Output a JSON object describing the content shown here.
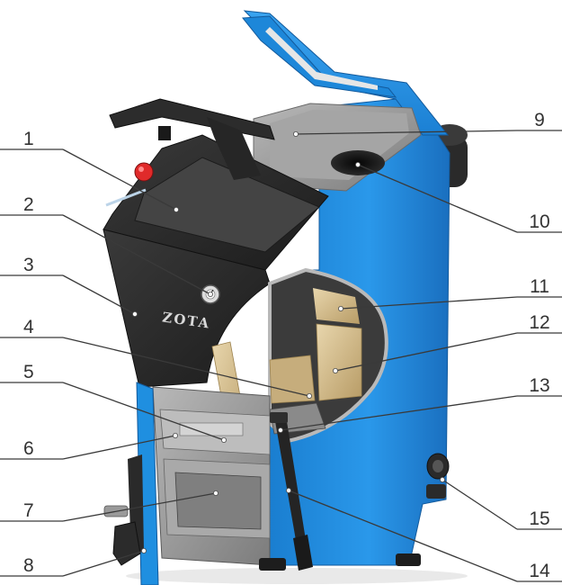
{
  "figure": {
    "brand_label": "ZOTA",
    "colors": {
      "body_blue": "#1f8fe0",
      "body_blue_dark": "#1668b0",
      "panel_black": "#2a2a2a",
      "grey_metal": "#9a9a9a",
      "tan_insulation": "#d8c49a"
    },
    "callouts": [
      {
        "num": "1",
        "side": "left"
      },
      {
        "num": "2",
        "side": "left"
      },
      {
        "num": "3",
        "side": "left"
      },
      {
        "num": "4",
        "side": "left"
      },
      {
        "num": "5",
        "side": "left"
      },
      {
        "num": "6",
        "side": "left"
      },
      {
        "num": "7",
        "side": "left"
      },
      {
        "num": "8",
        "side": "left"
      },
      {
        "num": "9",
        "side": "right"
      },
      {
        "num": "10",
        "side": "right"
      },
      {
        "num": "11",
        "side": "right"
      },
      {
        "num": "12",
        "side": "right"
      },
      {
        "num": "13",
        "side": "right"
      },
      {
        "num": "14",
        "side": "right"
      },
      {
        "num": "15",
        "side": "right"
      }
    ]
  }
}
